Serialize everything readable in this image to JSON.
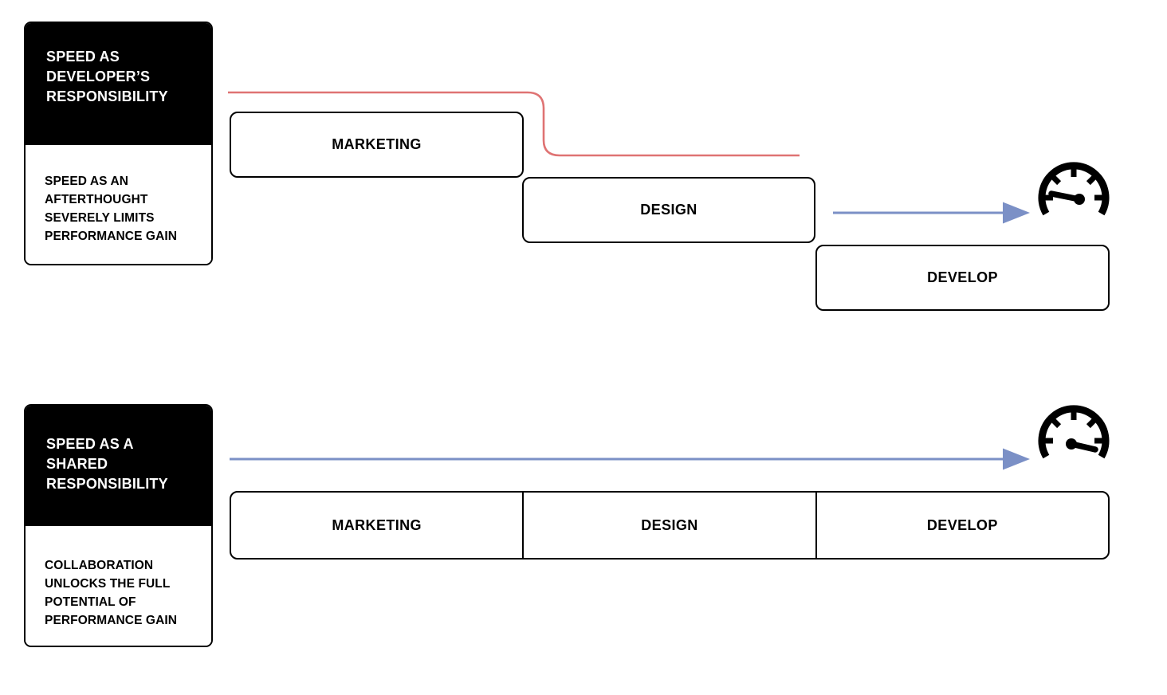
{
  "page": {
    "background": "#FFFFFF"
  },
  "colors": {
    "background": "#FFFFFF",
    "ink": "#000000",
    "red-line": "#DF7373",
    "blue-arrow": "#7B90C6"
  },
  "waterfall_flow": {
    "title": "SPEED AS\nDEVELOPER’S\nRESPONSIBILITY",
    "description": "SPEED AS AN\nAFTERTHOUGHT\nSEVERELY LIMITS\nPERFORMANCE GAIN",
    "stages": [
      "MARKETING",
      "DESIGN",
      "DEVELOP"
    ],
    "icon": "speedometer-icon",
    "gauge_reading": "low"
  },
  "shared_flow": {
    "title": "SPEED AS A\nSHARED\nRESPONSIBILITY",
    "description": "COLLABORATION\nUNLOCKS THE FULL\nPOTENTIAL OF\nPERFORMANCE GAIN",
    "stages": [
      "MARKETING",
      "DESIGN",
      "DEVELOP"
    ],
    "icon": "speedometer-icon",
    "gauge_reading": "high"
  }
}
